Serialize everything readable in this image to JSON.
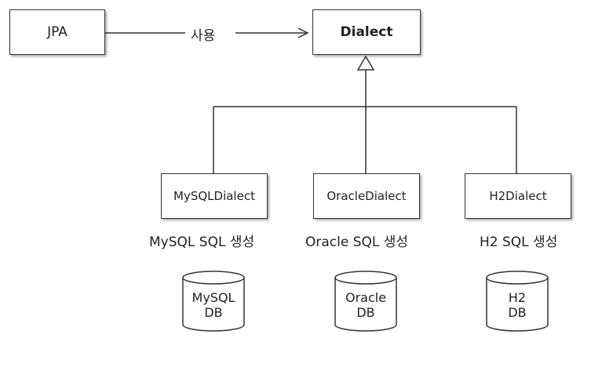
{
  "jpa": {
    "label": "JPA"
  },
  "usage": {
    "label": "사용"
  },
  "dialect": {
    "label": "Dialect"
  },
  "implementations": [
    {
      "class_label": "MySQLDialect",
      "sql_label": "MySQL SQL 생성",
      "db_line1": "MySQL",
      "db_line2": "DB"
    },
    {
      "class_label": "OracleDialect",
      "sql_label": "Oracle SQL 생성",
      "db_line1": "Oracle",
      "db_line2": "DB"
    },
    {
      "class_label": "H2Dialect",
      "sql_label": "H2 SQL 생성",
      "db_line1": "H2",
      "db_line2": "DB"
    }
  ]
}
